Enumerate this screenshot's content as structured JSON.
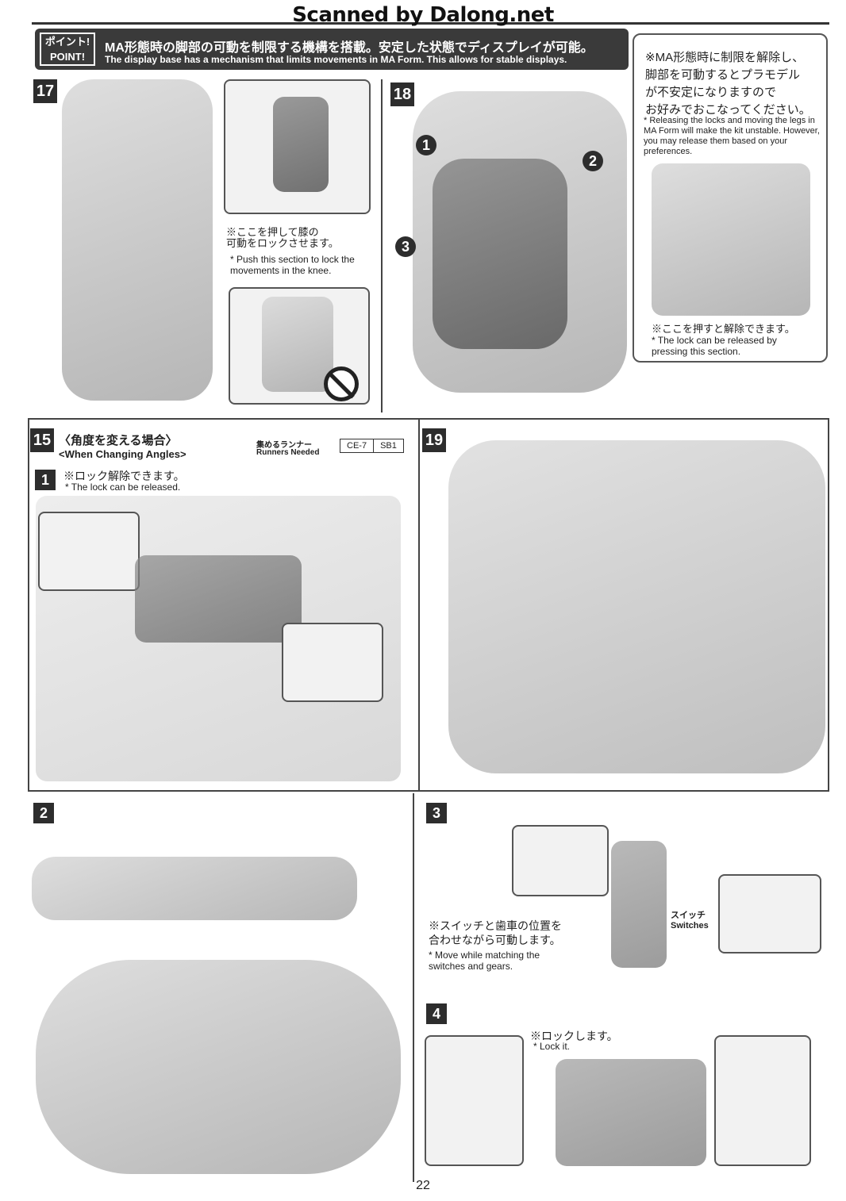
{
  "watermark": "Scanned by Dalong.net",
  "point": {
    "badge_jp": "ポイント!",
    "badge_en": "POINT!",
    "jp": "MA形態時の脚部の可動を制限する機構を搭載。安定した状態でディスプレイが可能。",
    "en": "The display base has a mechanism that limits movements in MA Form. This allows for stable displays."
  },
  "note_right": {
    "jp": [
      "※MA形態時に制限を解除し、",
      "脚部を可動するとプラモデル",
      "が不安定になりますので",
      "お好みでおこなってください。"
    ],
    "en": "* Releasing the locks and moving the legs in MA Form will make the kit unstable. However, you may release them based on your preferences.",
    "jp2": "※ここを押すと解除できます。",
    "en2": [
      "* The lock can be released by",
      "pressing this section."
    ]
  },
  "step17": {
    "num": "17",
    "jp": [
      "※ここを押して膝の",
      "可動をロックさせます。"
    ],
    "en": [
      "* Push this section to lock the",
      "movements in the knee."
    ]
  },
  "step18": {
    "num": "18",
    "markers": [
      "1",
      "2",
      "3"
    ]
  },
  "step15": {
    "num": "15",
    "title_jp": "〈角度を変える場合〉",
    "title_en": "<When Changing Angles>",
    "runners_jp": "集めるランナー",
    "runners_en": "Runners Needed",
    "runners": [
      "CE-7",
      "SB1"
    ],
    "sub1": {
      "num": "1",
      "jp": "※ロック解除できます。",
      "en": "* The lock can be released."
    },
    "sub2": {
      "num": "2"
    },
    "sub3": {
      "num": "3",
      "jp": [
        "※スイッチと歯車の位置を",
        "合わせながら可動します。"
      ],
      "en": [
        "* Move while matching the",
        "switches and gears."
      ],
      "label_jp": "スイッチ",
      "label_en": "Switches"
    },
    "sub4": {
      "num": "4",
      "jp": "※ロックします。",
      "en": "* Lock it."
    }
  },
  "step19": {
    "num": "19"
  },
  "page_number": "22"
}
